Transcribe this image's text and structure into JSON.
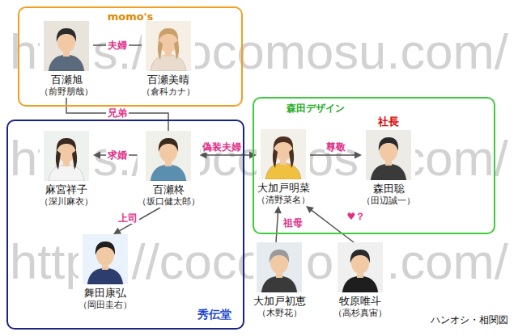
{
  "diagram": {
    "caption": "ハンオシ・相関図",
    "nodes": [
      {
        "text": [
          "momo's"
        ]
      },
      {
        "text": [
          "百瀬旭",
          "（前野朋哉）"
        ],
        "in": 0
      },
      {
        "text": [
          "百瀬美晴",
          "（倉科カナ）"
        ],
        "in": 0
      },
      {
        "text": [
          "秀伝堂"
        ]
      },
      {
        "text": [
          "麻宮祥子",
          "（深川麻衣）"
        ],
        "in": 3
      },
      {
        "text": [
          "百瀬柊",
          "（坂口健太郎）"
        ],
        "in": 3
      },
      {
        "text": [
          "舞田康弘",
          "（岡田圭右）"
        ],
        "in": 3
      },
      {
        "text": [
          "森田デザイン"
        ]
      },
      {
        "text": [
          "大加戸明菜",
          "（清野菜名）"
        ],
        "in": 7
      },
      {
        "text": [
          "社長",
          "森田聡",
          "（田辺誠一）"
        ],
        "in": 7
      },
      {
        "text": [
          "大加戸初恵",
          "（木野花）"
        ]
      },
      {
        "text": [
          "牧原唯斗",
          "（高杉真宙）"
        ]
      }
    ],
    "edges": [
      {
        "from": 1,
        "to": 2,
        "label": "夫婦",
        "arrow": "none"
      },
      {
        "from": 1,
        "to": 5,
        "label": "兄弟",
        "arrow": "none"
      },
      {
        "from": 5,
        "to": 4,
        "label": "求婚",
        "arrow": "to"
      },
      {
        "from": 5,
        "to": 6,
        "label": "上司",
        "arrow": "to"
      },
      {
        "from": 5,
        "to": 8,
        "label": "偽装夫婦",
        "arrow": "both"
      },
      {
        "from": 8,
        "to": 9,
        "label": "尊敬",
        "arrow": "to"
      },
      {
        "from": 11,
        "to": 8,
        "label": "♥？",
        "arrow": "to"
      },
      {
        "from": 10,
        "to": 8,
        "label": "祖母",
        "arrow": "to"
      }
    ],
    "labels": [
      "https://cocomosu.com/",
      "https://cocomosu.com/",
      "https://cocomosu.com/"
    ]
  }
}
